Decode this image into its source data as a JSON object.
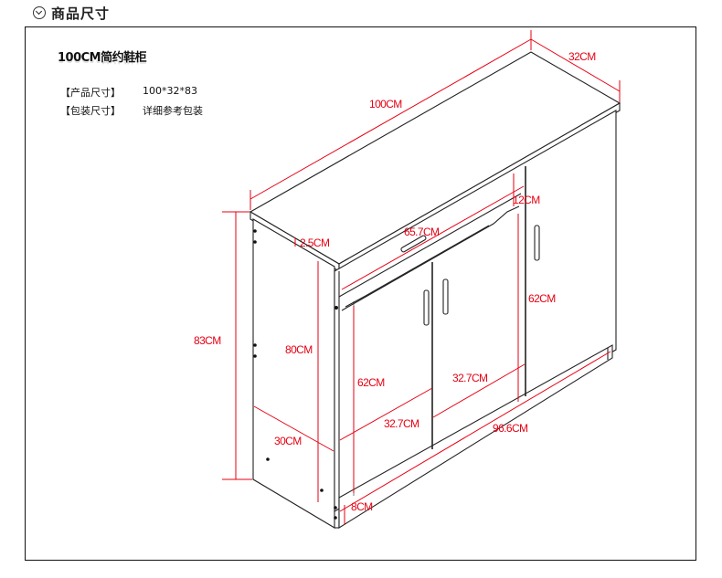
{
  "header": {
    "title": "商品尺寸",
    "icon": "chevron-down-circle-icon"
  },
  "product": {
    "title": "100CM简约鞋柜",
    "specs": [
      {
        "label": "【产品尺寸】",
        "value": "100*32*83"
      },
      {
        "label": "【包装尺寸】",
        "value": "详细参考包装"
      }
    ]
  },
  "dimensions": {
    "width_top": "100CM",
    "depth_top": "32CM",
    "drawer_height": "12CM",
    "drawer_width": "65.7CM",
    "top_thickness": "2.5CM",
    "total_height": "83CM",
    "body_height": "80CM",
    "left_door_height": "62CM",
    "right_door_height": "62CM",
    "door_width_left": "32.7CM",
    "door_width_mid": "32.7CM",
    "inner_depth": "30CM",
    "base_width": "96.6CM",
    "base_height": "8CM"
  },
  "colors": {
    "dimension_line": "#e60012",
    "outline": "#222222"
  }
}
